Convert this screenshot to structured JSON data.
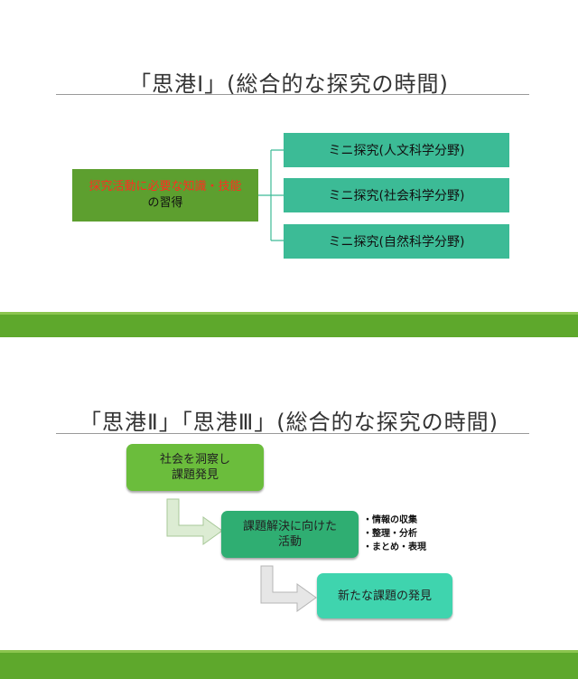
{
  "section1": {
    "title": "「思港Ⅰ」(総合的な探究の時間)",
    "left_box": {
      "line1": "探究活動に必要な知識・技能",
      "line2": "の習得"
    },
    "branches": [
      "ミニ探究(人文科学分野)",
      "ミニ探究(社会科学分野)",
      "ミニ探究(自然科学分野)"
    ],
    "colors": {
      "left_box": "#5d9f2f",
      "branch_box": "#3cbb96",
      "left_text_red": "#ff2d20",
      "band": "#5ea82c"
    }
  },
  "section2": {
    "title": "「思港Ⅱ」「思港Ⅲ」(総合的な探究の時間)",
    "steps": [
      {
        "line1": "社会を洞察し",
        "line2": "課題発見"
      },
      {
        "line1": "課題解決に向けた",
        "line2": "活動"
      },
      {
        "line1": "新たな課題の発見",
        "line2": ""
      }
    ],
    "notes": [
      "・情報の収集",
      "・整理・分析",
      "・まとめ・表現"
    ],
    "colors": {
      "step1": "#6bbd3c",
      "step2": "#2fae72",
      "step3": "#3fd4ae",
      "arrow": "#dcecd3"
    }
  }
}
